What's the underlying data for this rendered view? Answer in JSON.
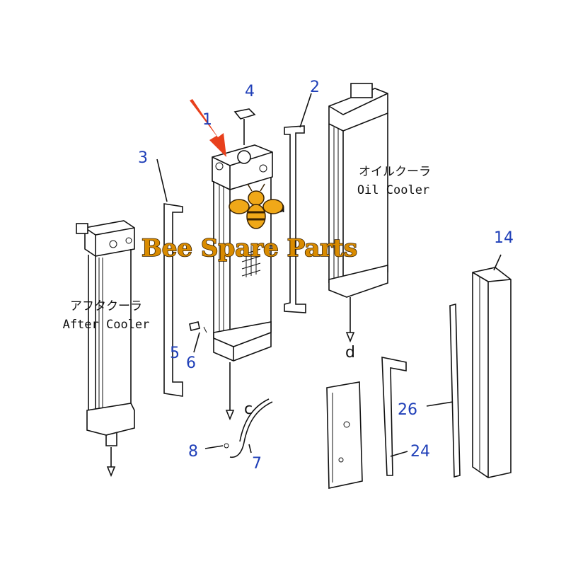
{
  "parts": {
    "p1": "1",
    "p2": "2",
    "p3": "3",
    "p4": "4",
    "p5": "5",
    "p6": "6",
    "p7": "7",
    "p8": "8",
    "p14": "14",
    "p24": "24",
    "p26": "26"
  },
  "labels": {
    "oil_cooler_jp": "オイルクーラ",
    "oil_cooler_en": "Oil Cooler",
    "after_cooler_jp": "アフタクーラ",
    "after_cooler_en": "After Cooler"
  },
  "refs": {
    "a": "a",
    "c": "c",
    "d": "d"
  },
  "watermark": {
    "text": "Bee Spare Parts"
  },
  "colors": {
    "part_number": "#1f3fb8",
    "arrow": "#e8401c",
    "brand": "#d98b00",
    "bee_outline": "#3a2200"
  }
}
